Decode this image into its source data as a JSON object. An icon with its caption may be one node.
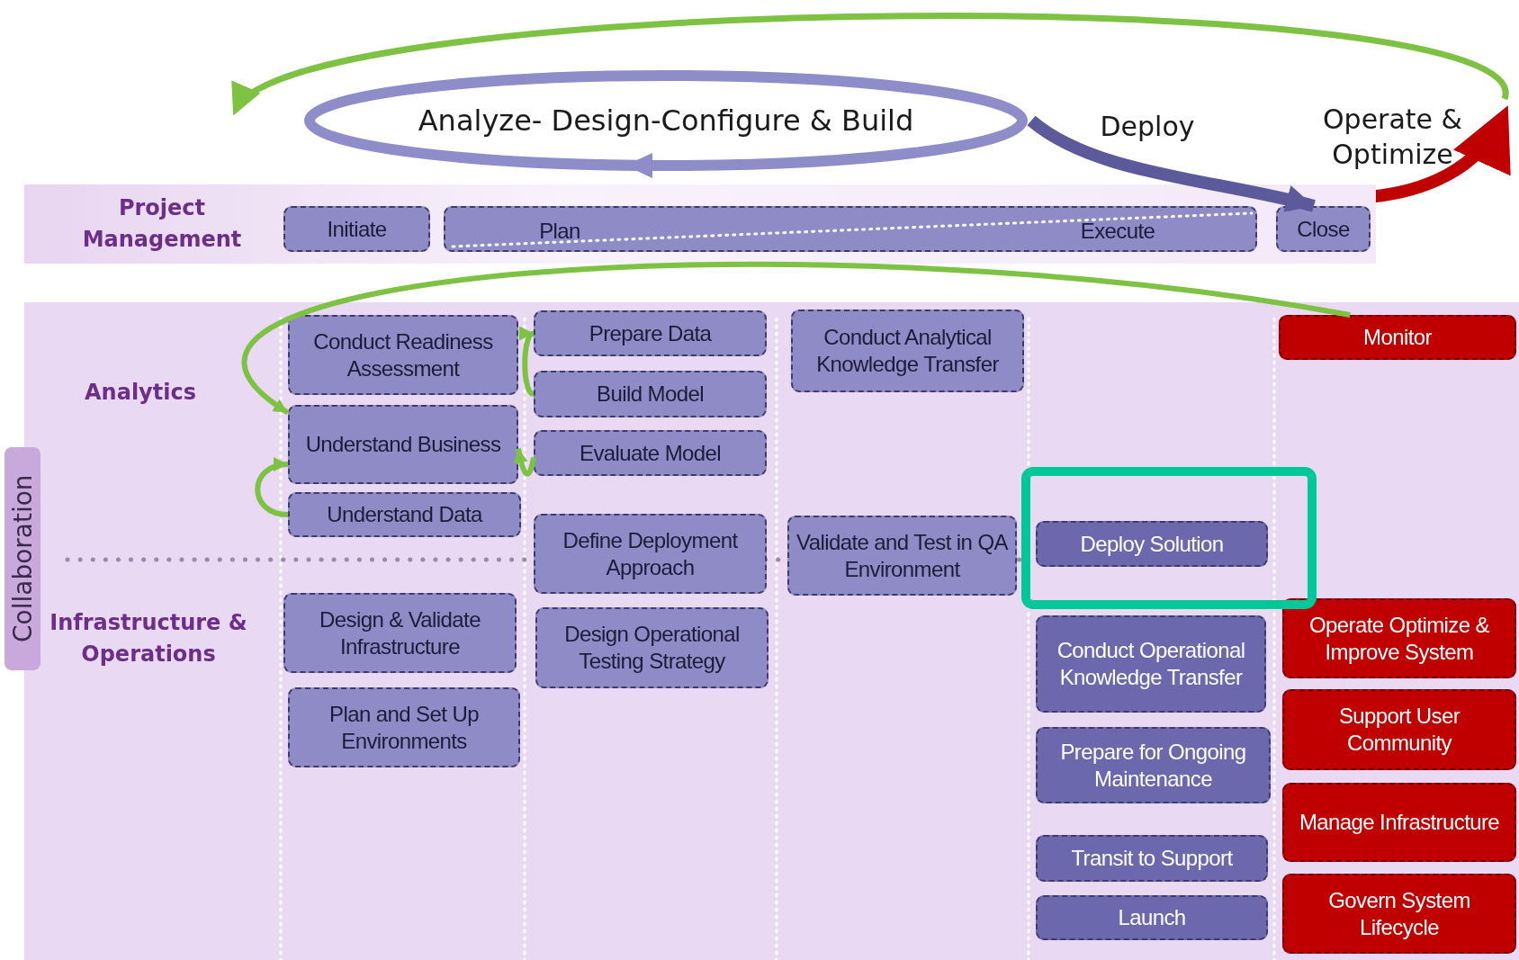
{
  "diagram": {
    "nodes": [
      {
        "text": [
          "Analyze- Design-Configure & Build"
        ]
      },
      {
        "text": [
          "Project Management"
        ]
      },
      {
        "text": [
          "Initiate"
        ],
        "in": 1
      },
      {
        "text": [
          "Plan",
          "Execute"
        ],
        "in": 1
      },
      {
        "text": [
          "Close"
        ],
        "in": 1
      },
      {
        "text": [
          "Analytics",
          "Infrastructure & Operations"
        ]
      },
      {
        "text": [
          "Conduct Readiness Assessment"
        ],
        "in": 5
      },
      {
        "text": [
          "Prepare Data"
        ],
        "in": 5
      },
      {
        "text": [
          "Conduct Analytical Knowledge Transfer"
        ],
        "in": 5
      },
      {
        "text": [
          "Monitor"
        ],
        "in": 5
      },
      {
        "text": [
          "Build Model"
        ],
        "in": 5
      },
      {
        "text": [
          "Understand Business"
        ],
        "in": 5
      },
      {
        "text": [
          "Evaluate Model"
        ],
        "in": 5
      },
      {
        "text": [
          "Understand Data"
        ],
        "in": 5
      },
      {
        "text": [
          "Define Deployment Approach"
        ],
        "in": 5
      },
      {
        "text": [
          "Validate and Test in QA Environment"
        ],
        "in": 5
      },
      {
        "text": [
          "Deploy Solution"
        ],
        "in": 5
      },
      {
        "text": [
          "Design & Validate Infrastructure"
        ],
        "in": 5
      },
      {
        "text": [
          "Operate Optimize & Improve System"
        ],
        "in": 5
      },
      {
        "text": [
          "Design Operational Testing Strategy"
        ],
        "in": 5
      },
      {
        "text": [
          "Conduct Operational Knowledge Transfer"
        ],
        "in": 5
      },
      {
        "text": [
          "Plan and Set Up Environments"
        ],
        "in": 5
      },
      {
        "text": [
          "Support User Community"
        ],
        "in": 5
      },
      {
        "text": [
          "Prepare for Ongoing Maintenance"
        ],
        "in": 5
      },
      {
        "text": [
          "Manage Infrastructure"
        ],
        "in": 5
      },
      {
        "text": [
          "Transit to Support"
        ],
        "in": 5
      },
      {
        "text": [
          "Govern System Lifecycle"
        ],
        "in": 5
      },
      {
        "text": [
          "Launch"
        ],
        "in": 5
      }
    ],
    "edges": [
      {
        "from": 0,
        "to": 4,
        "arrow": "to",
        "style": "thick",
        "color": "#5c5a9a"
      },
      {
        "from": 9,
        "to": 11,
        "arrow": "to"
      },
      {
        "from": 13,
        "to": 11,
        "arrow": "to"
      },
      {
        "from": 10,
        "to": 7,
        "arrow": "to"
      },
      {
        "from": 12,
        "to": 11,
        "arrow": "to"
      }
    ],
    "labels": [
      "Deploy",
      "Operate & Optimize",
      "Collaboration"
    ]
  }
}
